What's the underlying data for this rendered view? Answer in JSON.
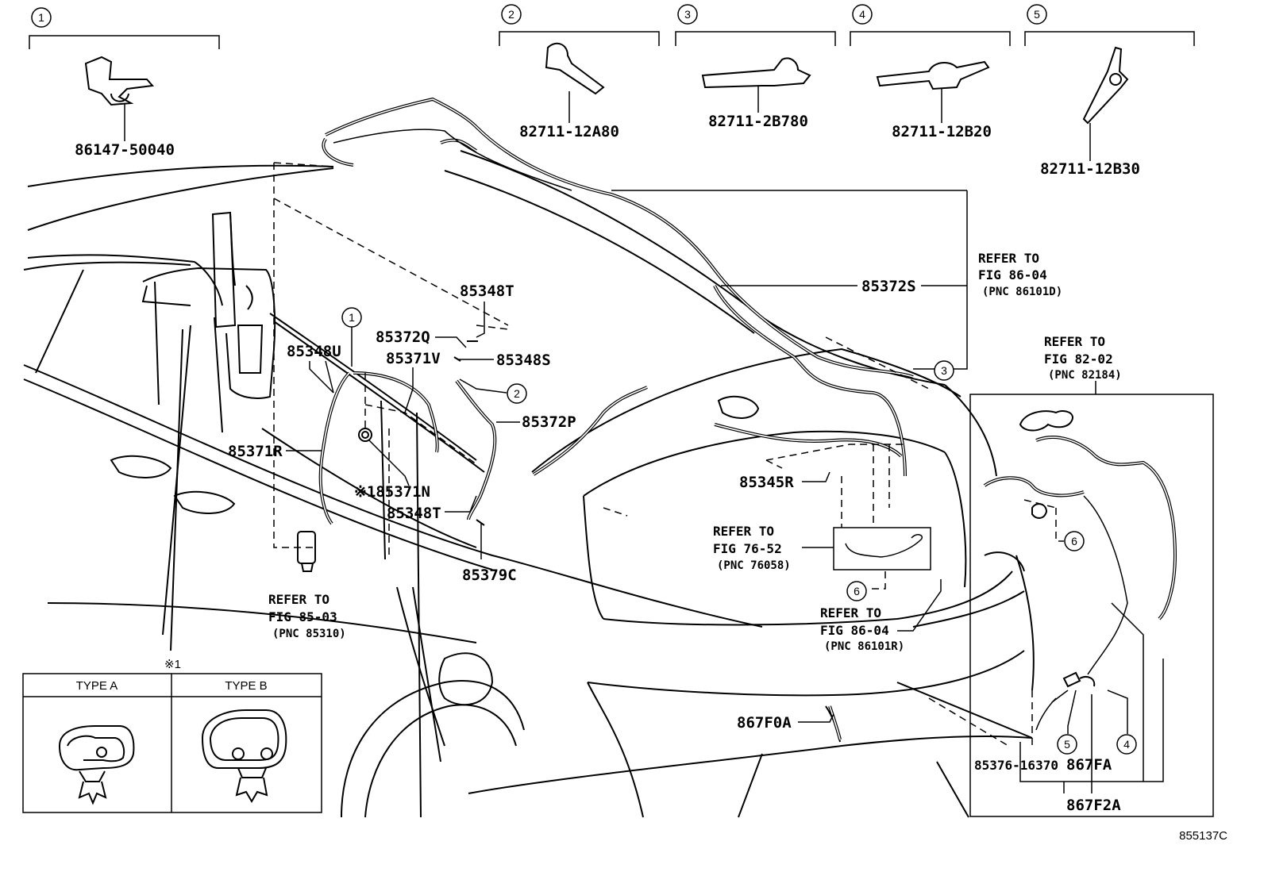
{
  "callouts": [
    {
      "n": "1",
      "part": "86147-50040"
    },
    {
      "n": "2",
      "part": "82711-12A80"
    },
    {
      "n": "3",
      "part": "82711-2B780"
    },
    {
      "n": "4",
      "part": "82711-12B20"
    },
    {
      "n": "5",
      "part": "82711-12B30"
    }
  ],
  "parts": {
    "p85348T_a": "85348T",
    "p85372Q": "85372Q",
    "p85348U": "85348U",
    "p85371V": "85371V",
    "p85348S": "85348S",
    "p85372P": "85372P",
    "p85371R": "85371R",
    "p85371N": "※185371N",
    "p85348T_b": "85348T",
    "p85379C": "85379C",
    "p85372S": "85372S",
    "p85345R": "85345R",
    "p867F0A": "867F0A",
    "p85376": "85376-16370",
    "p867FA": "867FA",
    "p867F2A": "867F2A"
  },
  "refs": [
    {
      "l1": "REFER TO",
      "l2": "FIG 86-04",
      "l3": "(PNC 86101D)"
    },
    {
      "l1": "REFER TO",
      "l2": "FIG 82-02",
      "l3": "(PNC 82184)"
    },
    {
      "l1": "REFER TO",
      "l2": "FIG 76-52",
      "l3": "(PNC 76058)"
    },
    {
      "l1": "REFER TO",
      "l2": "FIG 86-04",
      "l3": "(PNC 86101R)"
    },
    {
      "l1": "REFER TO",
      "l2": "FIG 85-03",
      "l3": "(PNC 85310)"
    }
  ],
  "circle_labels": [
    "1",
    "2",
    "3",
    "6",
    "6",
    "5",
    "4"
  ],
  "note_mark": "※1",
  "type_table": {
    "a": "TYPE A",
    "b": "TYPE B"
  },
  "figure_code": "855137C"
}
